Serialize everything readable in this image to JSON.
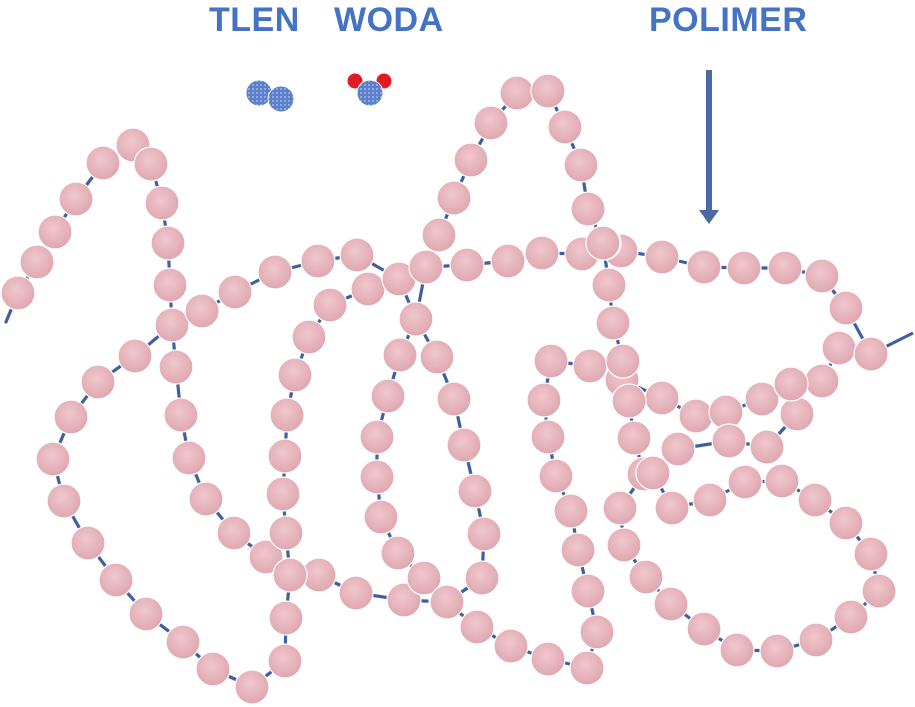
{
  "labels": {
    "oxygen": "TLEN",
    "water": "WODA",
    "polymer": "POLIMER"
  },
  "colors": {
    "label_text": "#4472c4",
    "chain_line": "#3f5f9e",
    "bead_fill": "#e7b5bc",
    "bead_edge": "#ffffff",
    "oxygen_atom": "#5b7fc8",
    "hydrogen_atom": "#e01b24",
    "arrow": "#4a6aa6"
  },
  "diagram": {
    "oxygen_molecule": {
      "atoms": [
        "O",
        "O"
      ]
    },
    "water_molecule": {
      "atoms": [
        "O",
        "H",
        "H"
      ]
    },
    "polymer_chain": {
      "units": "bead"
    }
  }
}
